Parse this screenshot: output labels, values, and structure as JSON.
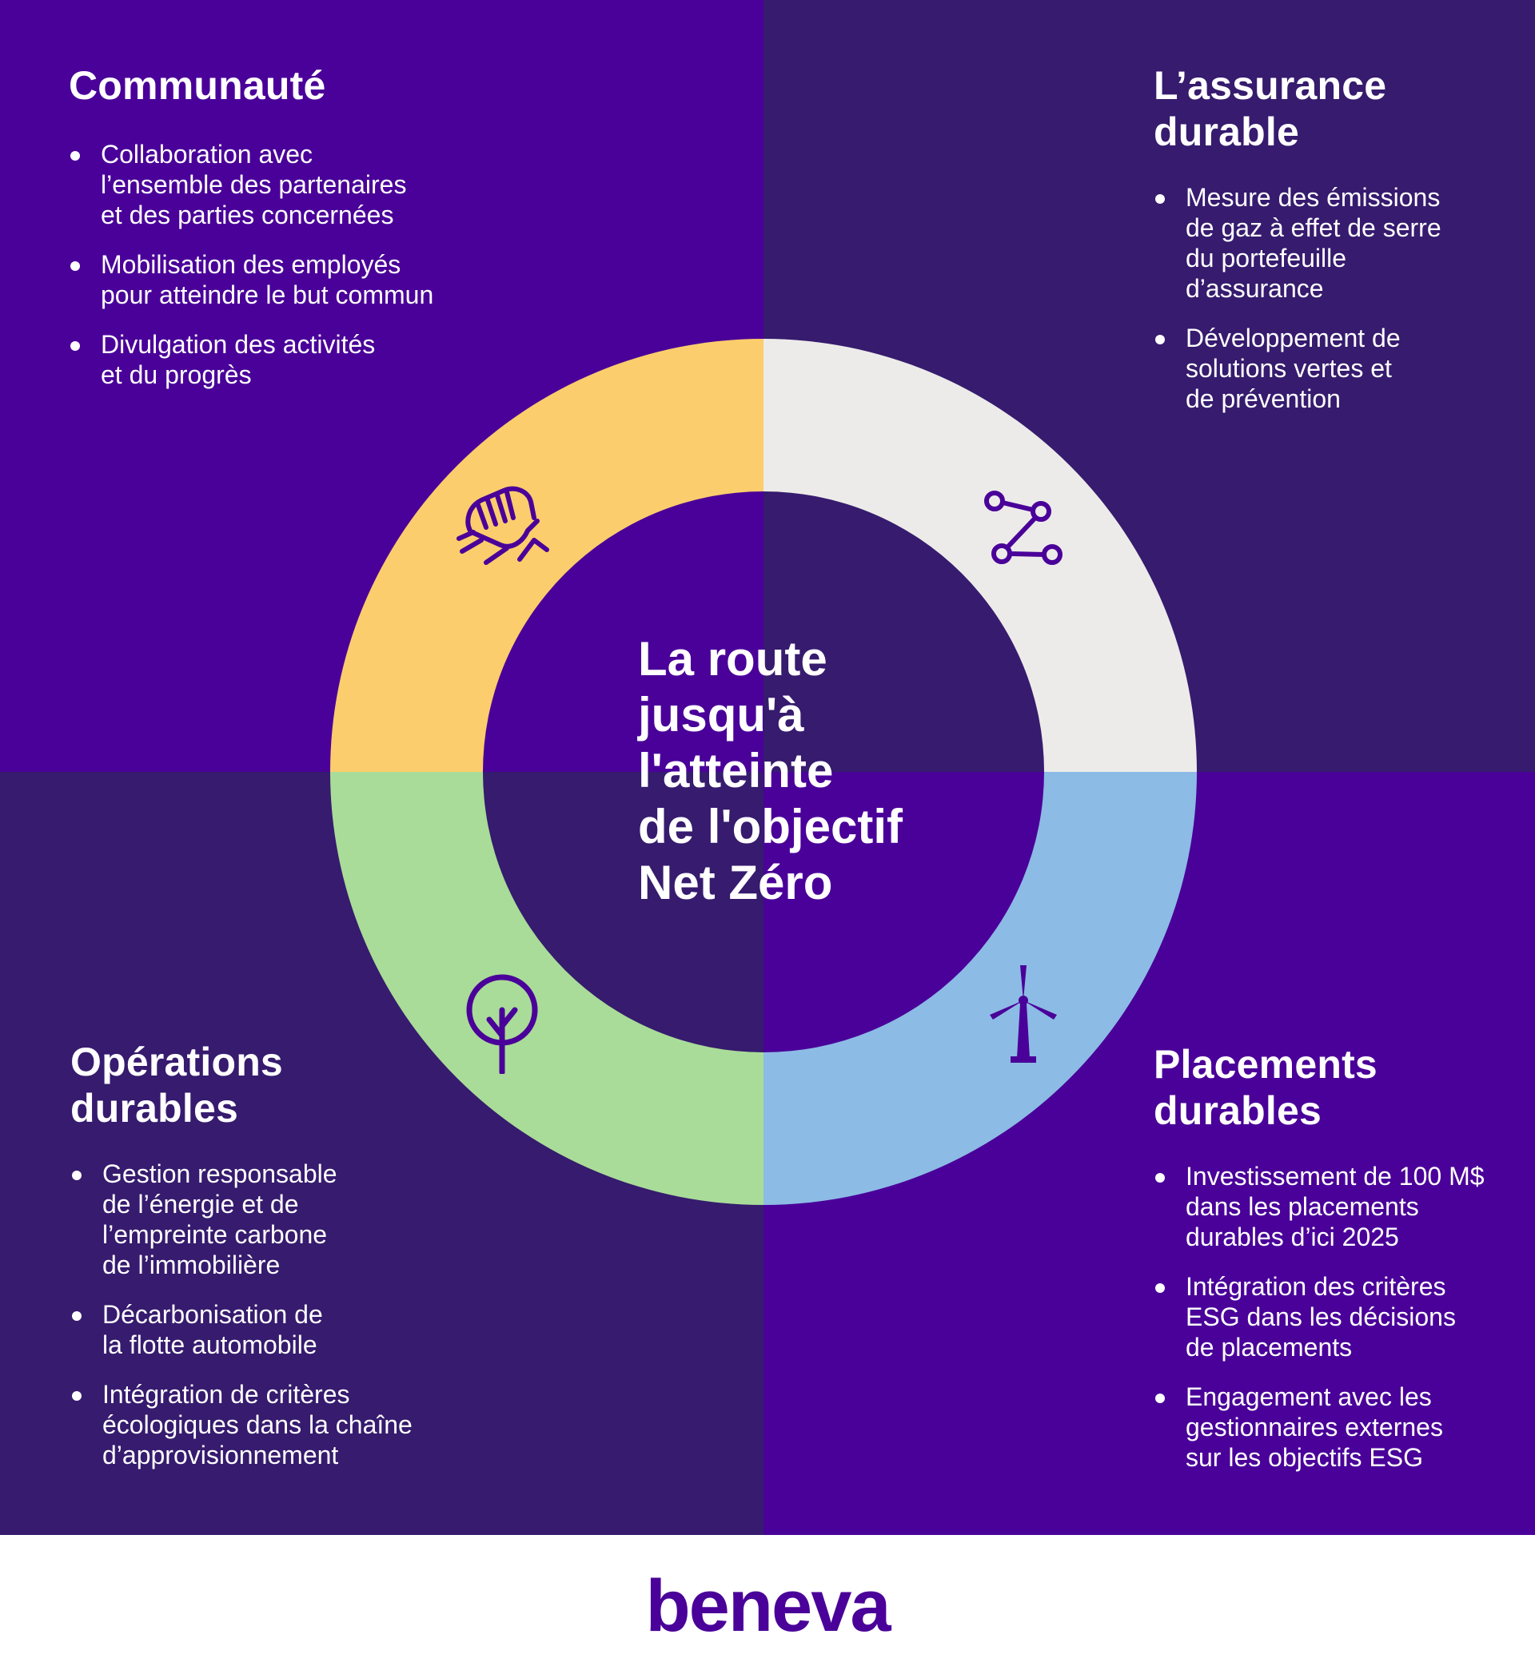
{
  "colors": {
    "purple_bright": "#4a0199",
    "purple_dark": "#361b6e",
    "segment_community": "#fbcd6c",
    "segment_insurance": "#ecebe9",
    "segment_investments": "#8cbbe5",
    "segment_operations": "#a9dc98",
    "icon": "#4a0199",
    "text": "#ffffff"
  },
  "center": {
    "title": "La route\njusqu'à\nl'atteinte\nde l'objectif\nNet Zéro"
  },
  "sections": {
    "community": {
      "title": "Communauté",
      "icon": "handshake-icon",
      "bullets": [
        "Collaboration avec\nl’ensemble des partenaires\net des parties concernées",
        "Mobilisation des employés\npour atteindre le but commun",
        "Divulgation des activités\net du progrès"
      ]
    },
    "insurance": {
      "title": "L’assurance\ndurable",
      "icon": "connected-nodes-icon",
      "bullets": [
        "Mesure des émissions\nde gaz à effet de serre\ndu portefeuille\nd’assurance",
        "Développement de\nsolutions vertes et\nde prévention"
      ]
    },
    "operations": {
      "title": "Opérations\ndurables",
      "icon": "tree-icon",
      "bullets": [
        "Gestion responsable\nde l’énergie et de\nl’empreinte  carbone\nde l’immobilière",
        "Décarbonisation de\nla flotte automobile",
        "Intégration de critères\nécologiques dans la chaîne\nd’approvisionnement"
      ]
    },
    "investments": {
      "title": "Placements\ndurables",
      "icon": "wind-turbine-icon",
      "bullets": [
        "Investissement de 100 M$\ndans les placements\ndurables d’ici 2025",
        "Intégration des critères\nESG dans les décisions\nde placements",
        "Engagement avec les\ngestionnaires externes\nsur les objectifs ESG"
      ]
    }
  },
  "footer": {
    "logo": "beneva"
  }
}
